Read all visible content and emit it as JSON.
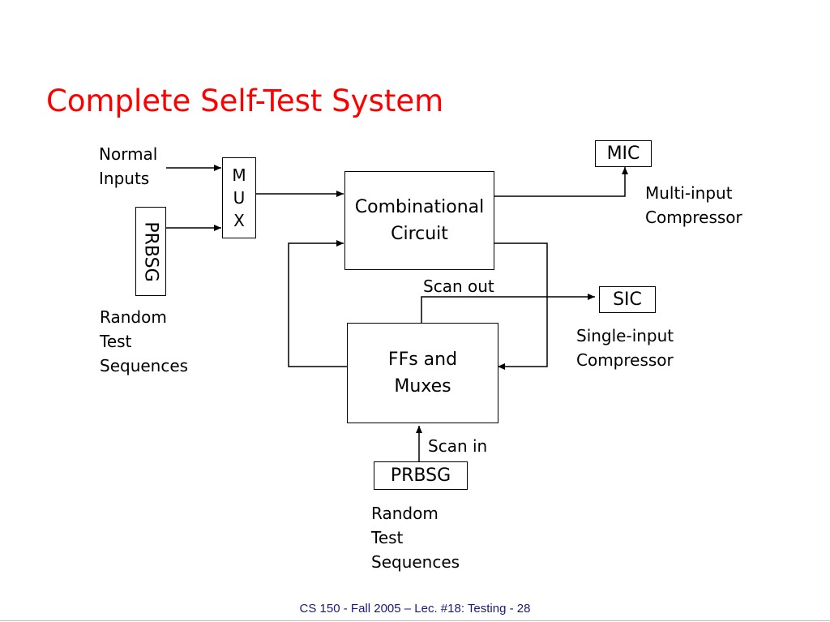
{
  "slide": {
    "title": "Complete Self-Test System",
    "footer": "CS 150 - Fall  2005 – Lec. #18: Testing - 28"
  },
  "diagram": {
    "normal_inputs": [
      "Normal",
      "Inputs"
    ],
    "mux": [
      "M",
      "U",
      "X"
    ],
    "prbsg_left": "PRBSG",
    "random_test_left": [
      "Random",
      "Test",
      "Sequences"
    ],
    "comb_circuit": [
      "Combinational",
      "Circuit"
    ],
    "mic": "MIC",
    "mic_desc": [
      "Multi-input",
      "Compressor"
    ],
    "scan_out": "Scan out",
    "sic": "SIC",
    "sic_desc": [
      "Single-input",
      "Compressor"
    ],
    "ffs_muxes": [
      "FFs and",
      "Muxes"
    ],
    "scan_in": "Scan in",
    "prbsg_bottom": "PRBSG",
    "random_test_bottom": [
      "Random",
      "Test",
      "Sequences"
    ]
  }
}
